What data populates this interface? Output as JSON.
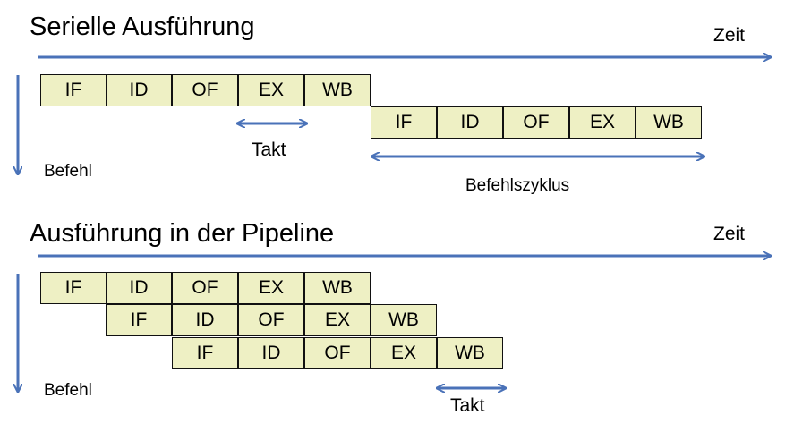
{
  "serial": {
    "title": "Serielle Ausführung",
    "time_label": "Zeit",
    "instruction_label": "Befehl",
    "row1": [
      "IF",
      "ID",
      "OF",
      "EX",
      "WB"
    ],
    "row2": [
      "IF",
      "ID",
      "OF",
      "EX",
      "WB"
    ],
    "takt_label": "Takt",
    "cycle_label": "Befehlszyklus"
  },
  "pipeline": {
    "title": "Ausführung in der Pipeline",
    "time_label": "Zeit",
    "instruction_label": "Befehl",
    "row1": [
      "IF",
      "ID",
      "OF",
      "EX",
      "WB"
    ],
    "row2": [
      "IF",
      "ID",
      "OF",
      "EX",
      "WB"
    ],
    "row3": [
      "IF",
      "ID",
      "OF",
      "EX",
      "WB"
    ],
    "takt_label": "Takt"
  },
  "colors": {
    "arrow": "#4A72B8",
    "cell_fill": "#EEF0C4",
    "cell_border": "#111111"
  }
}
